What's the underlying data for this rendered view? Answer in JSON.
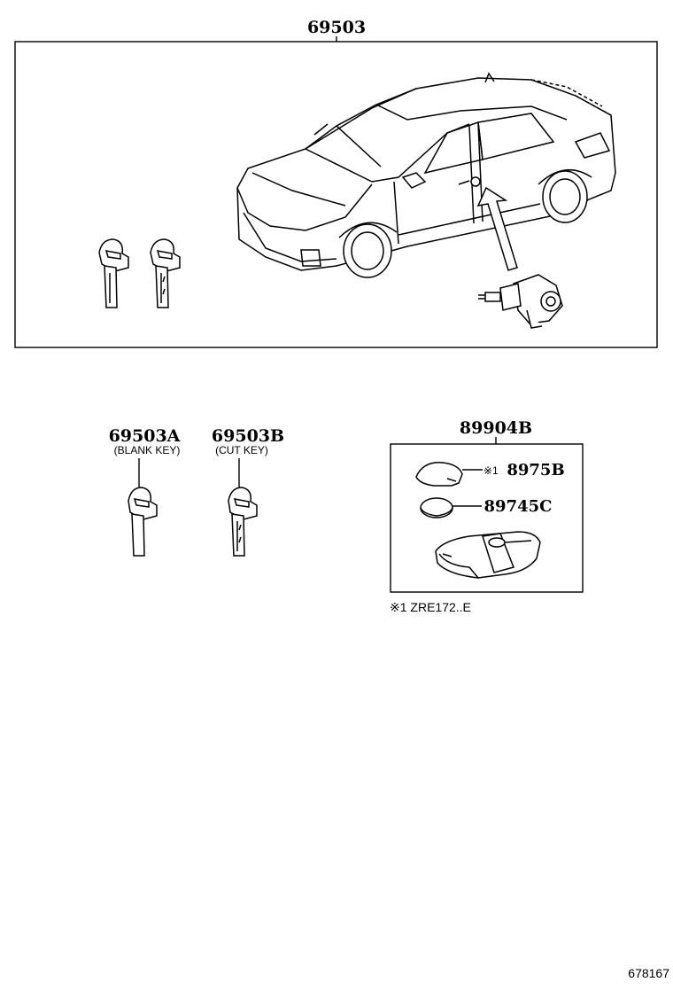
{
  "assembly": {
    "part_number": "69503"
  },
  "blank_key": {
    "part_number": "69503A",
    "description": "(BLANK KEY)"
  },
  "cut_key": {
    "part_number": "69503B",
    "description": "(CUT KEY)"
  },
  "smart_key": {
    "part_number": "89904B",
    "cover": {
      "note_marker": "※1",
      "part_number": "8975B"
    },
    "battery": {
      "part_number": "89745C"
    }
  },
  "footnote": {
    "text": "※1 ZRE172..E"
  },
  "illustration_number": "678167"
}
